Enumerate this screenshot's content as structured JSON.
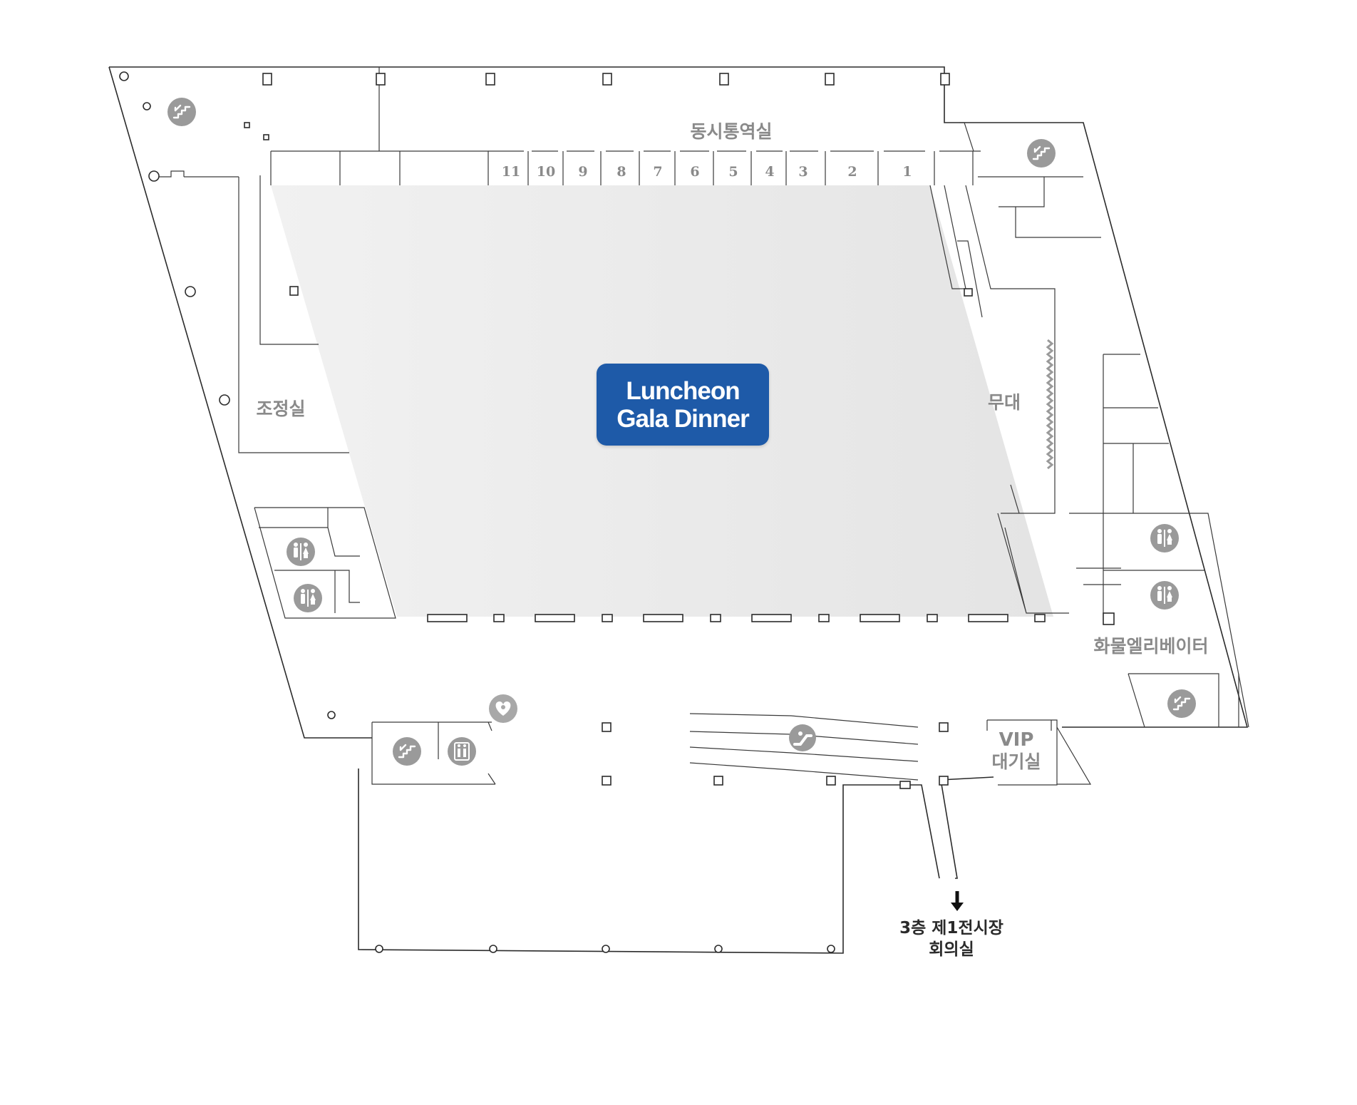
{
  "event": {
    "line1": "Luncheon",
    "line2": "Gala Dinner",
    "badge_color": "#1e5aa8"
  },
  "rooms": {
    "interpretation": "동시통역실",
    "control": "조정실",
    "stage": "무대",
    "freight_elevator": "화물엘리베이터",
    "vip_line1": "VIP",
    "vip_line2": "대기실"
  },
  "booths": [
    "11",
    "10",
    "9",
    "8",
    "7",
    "6",
    "5",
    "4",
    "3",
    "2",
    "1"
  ],
  "exit": {
    "line1": "3층 제1전시장",
    "line2": "회의실"
  },
  "icons": [
    "stairs-icon",
    "restroom-icon",
    "elevator-icon",
    "escalator-icon",
    "nursing-room-icon",
    "arrow-down-icon"
  ],
  "colors": {
    "hall_fill": "#e9e9e9",
    "icon_gray": "#9a9a9a",
    "label_gray": "#8a8a8a"
  }
}
